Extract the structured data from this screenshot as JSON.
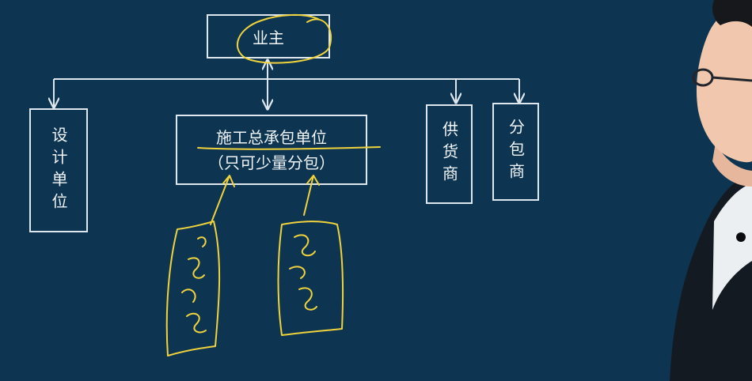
{
  "diagram": {
    "root": {
      "label": "业主"
    },
    "children": [
      {
        "id": "design",
        "label": "设计单位"
      },
      {
        "id": "general",
        "label": "施工总承包单位",
        "sublabel": "（只可少量分包）"
      },
      {
        "id": "supplier",
        "label": "供货商"
      },
      {
        "id": "subcontractor",
        "label": "分包商"
      }
    ]
  },
  "colors": {
    "background": "#0d3552",
    "box_border": "#dfe7ee",
    "text": "#f2f5f7",
    "annotation": "#f0d23c",
    "presenter_suit": "#141a22"
  }
}
